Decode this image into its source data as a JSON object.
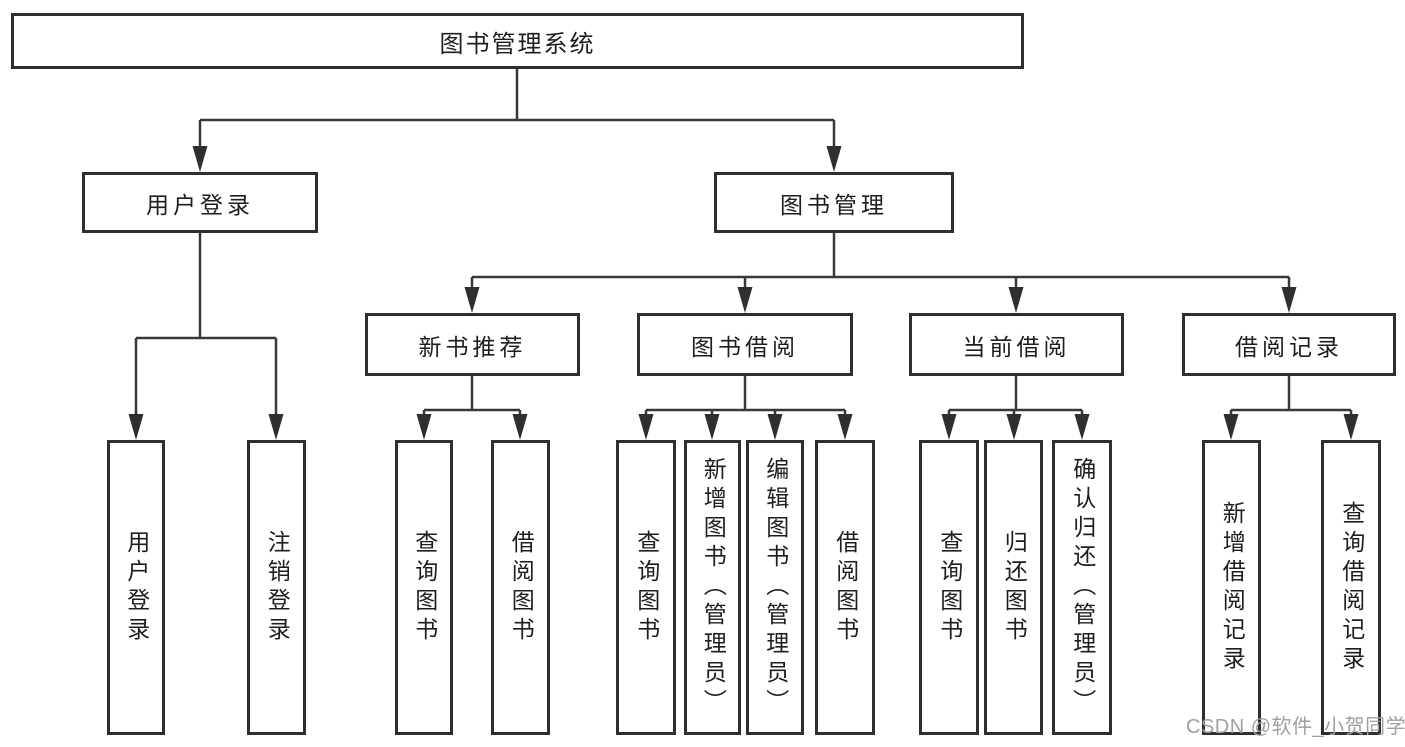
{
  "diagram": {
    "title": "图书管理系统",
    "watermark": "CSDN @软件_小贺同学",
    "colors": {
      "line": "#383838",
      "arrow": "#2f2f2f",
      "box_border": "#2f2f2f",
      "box_fill": "#ffffff",
      "text": "#1e1e1e",
      "background": "#ffffff",
      "watermark_text": "#a0a0a0"
    },
    "tree": {
      "label": "图书管理系统",
      "children": [
        {
          "label": "用户登录",
          "children": [
            {
              "label": "用户登录"
            },
            {
              "label": "注销登录"
            }
          ]
        },
        {
          "label": "图书管理",
          "children": [
            {
              "label": "新书推荐",
              "children": [
                {
                  "label": "查询图书"
                },
                {
                  "label": "借阅图书"
                }
              ]
            },
            {
              "label": "图书借阅",
              "children": [
                {
                  "label": "查询图书"
                },
                {
                  "label": "新增图书（管理员）"
                },
                {
                  "label": "编辑图书（管理员）"
                },
                {
                  "label": "借阅图书"
                }
              ]
            },
            {
              "label": "当前借阅",
              "children": [
                {
                  "label": "查询图书"
                },
                {
                  "label": "归还图书"
                },
                {
                  "label": "确认归还（管理员）"
                }
              ]
            },
            {
              "label": "借阅记录",
              "children": [
                {
                  "label": "新增借阅记录"
                },
                {
                  "label": "查询借阅记录"
                }
              ]
            }
          ]
        }
      ]
    }
  }
}
